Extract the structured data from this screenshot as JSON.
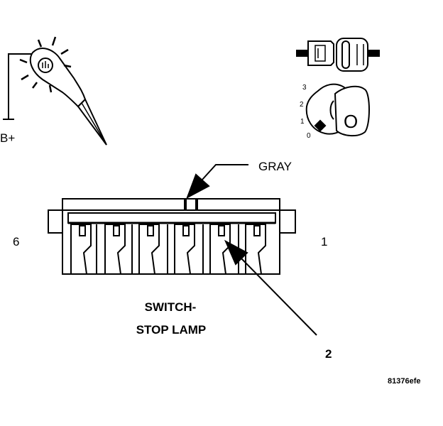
{
  "diagram": {
    "tester_label": "B+",
    "key_positions": [
      "3",
      "2",
      "1",
      "0"
    ],
    "key_symbol": "O",
    "wire_color_label": "GRAY",
    "pin_left": "6",
    "pin_right": "1",
    "component_line1": "SWITCH-",
    "component_line2": "STOP LAMP",
    "callout": "2",
    "figure_id": "81376efe"
  }
}
